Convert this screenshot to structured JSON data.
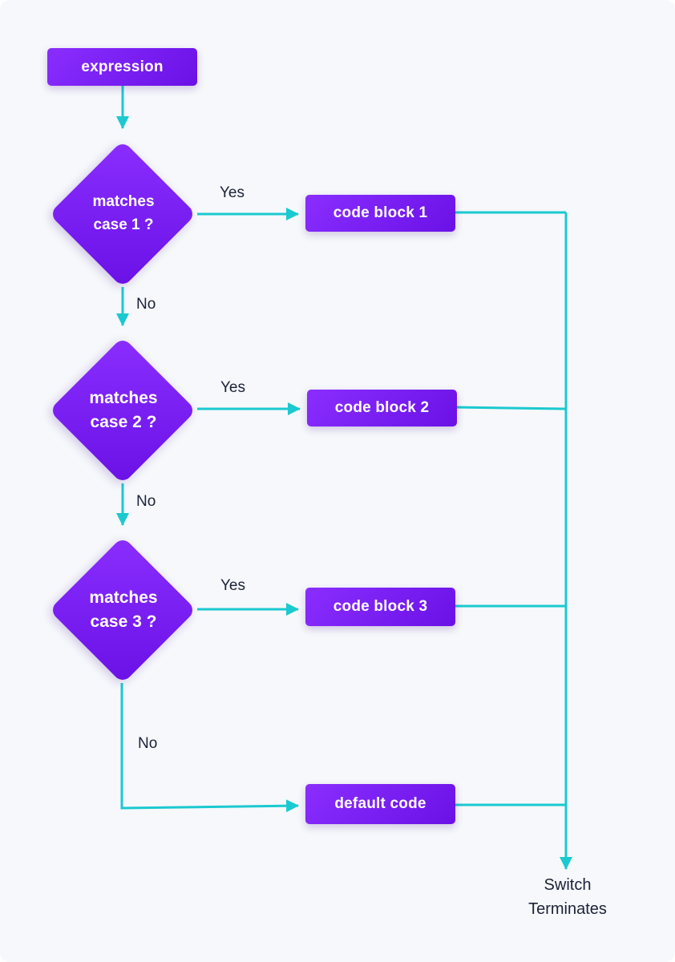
{
  "diagram": {
    "start": {
      "label": "expression"
    },
    "decisions": [
      {
        "line1": "matches",
        "line2": "case 1 ?"
      },
      {
        "line1": "matches",
        "line2": "case 2 ?"
      },
      {
        "line1": "matches",
        "line2": "case 3 ?"
      }
    ],
    "blocks": [
      {
        "label": "code block 1"
      },
      {
        "label": "code block 2"
      },
      {
        "label": "code block 3"
      }
    ],
    "default_block": {
      "label": "default code"
    },
    "yes_labels": [
      "Yes",
      "Yes",
      "Yes"
    ],
    "no_labels": [
      "No",
      "No",
      "No"
    ],
    "terminal": {
      "line1": "Switch",
      "line2": "Terminates"
    },
    "colors": {
      "node_fill": "#7a1ff5",
      "connector": "#1bc9d0",
      "text_dark": "#1c2238",
      "background": "#f6f8fb"
    }
  }
}
